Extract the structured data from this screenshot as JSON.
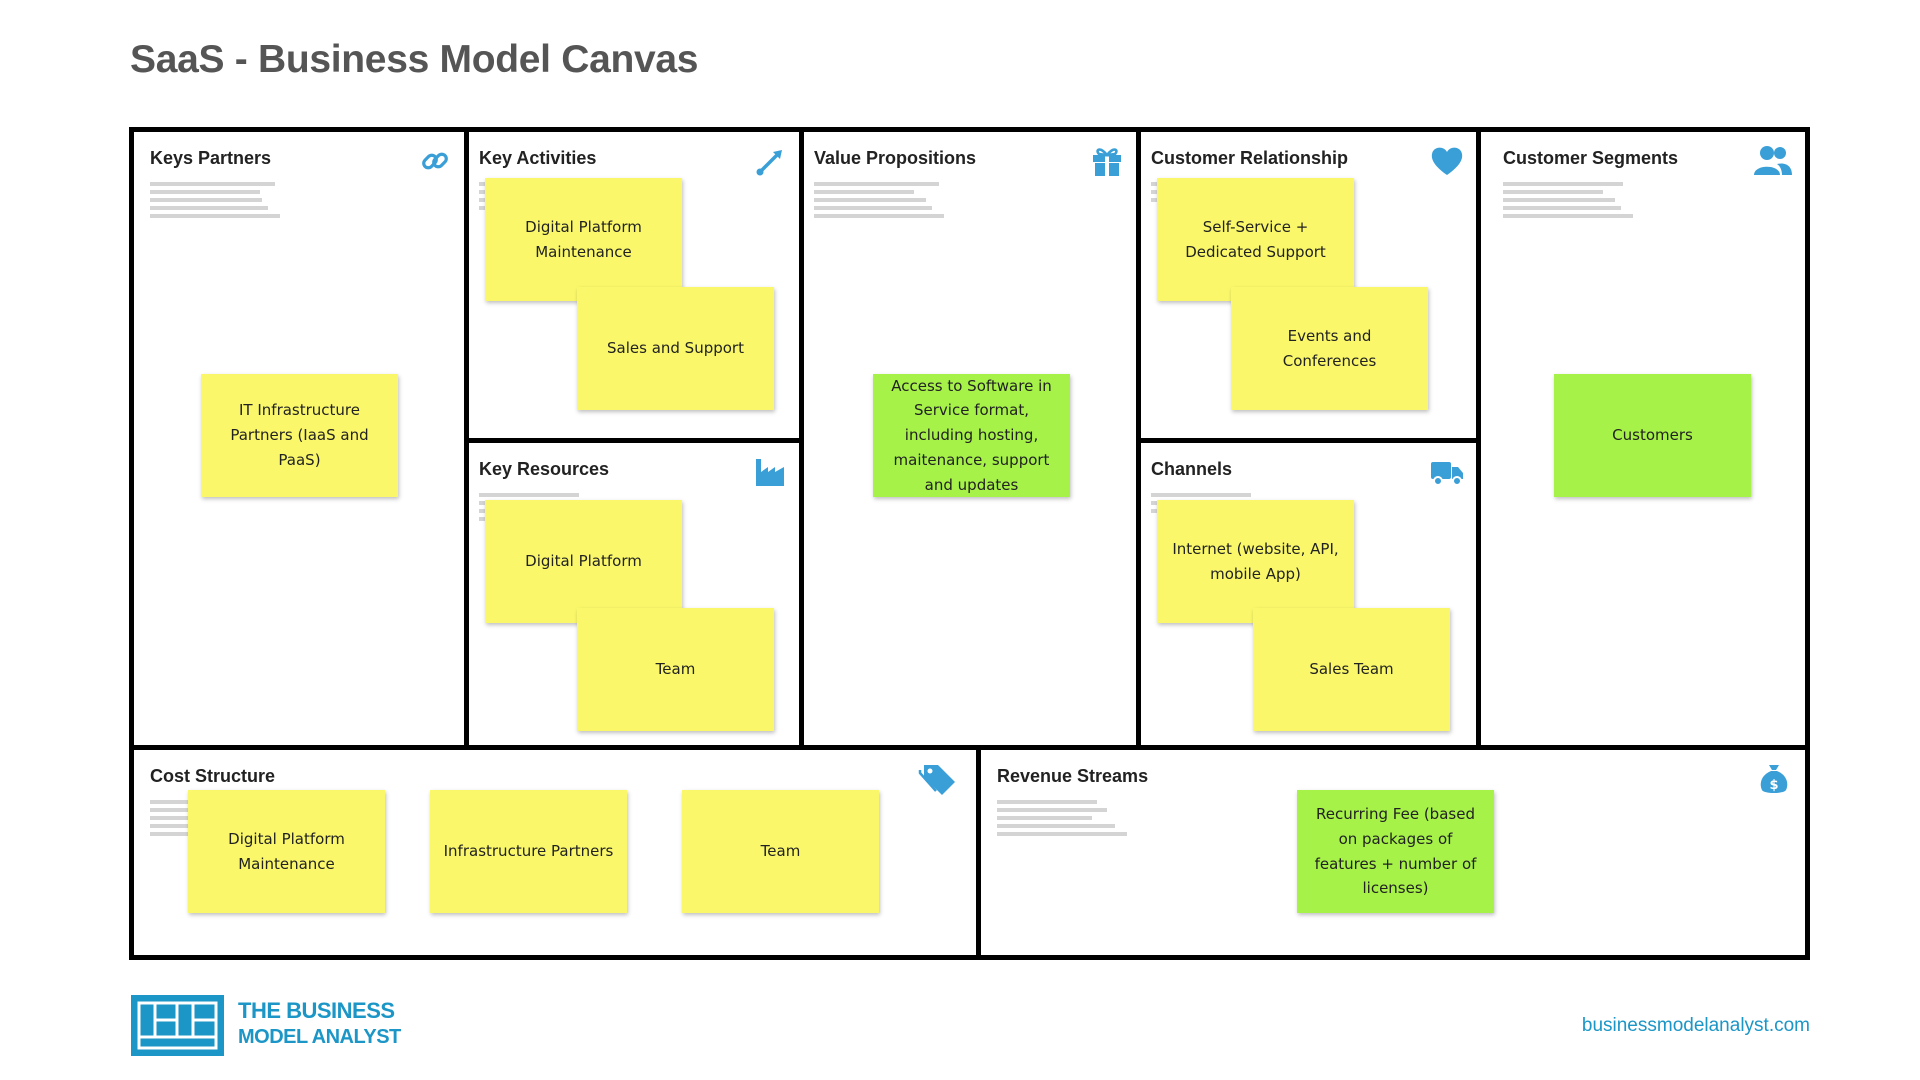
{
  "page": {
    "title": "SaaS - Business Model Canvas"
  },
  "accent_color": "#3a9fd6",
  "note_colors": {
    "yellow": "#faf86a",
    "green": "#a6f249"
  },
  "blocks": {
    "key_partners": {
      "title": "Keys Partners",
      "icon": "link-icon",
      "notes": [
        {
          "text": "IT Infrastructure Partners (IaaS and PaaS)",
          "color": "yellow"
        }
      ]
    },
    "key_activities": {
      "title": "Key Activities",
      "icon": "shovel-icon",
      "notes": [
        {
          "text": "Digital Platform Maintenance",
          "color": "yellow"
        },
        {
          "text": "Sales and Support",
          "color": "yellow"
        }
      ]
    },
    "key_resources": {
      "title": "Key Resources",
      "icon": "factory-icon",
      "notes": [
        {
          "text": "Digital Platform",
          "color": "yellow"
        },
        {
          "text": "Team",
          "color": "yellow"
        }
      ]
    },
    "value_propositions": {
      "title": "Value Propositions",
      "icon": "gift-icon",
      "notes": [
        {
          "text": "Access to Software in Service format, including hosting, maitenance, support and updates",
          "color": "green"
        }
      ]
    },
    "customer_relationship": {
      "title": "Customer Relationship",
      "icon": "heart-icon",
      "notes": [
        {
          "text": "Self-Service + Dedicated Support",
          "color": "yellow"
        },
        {
          "text": "Events and Conferences",
          "color": "yellow"
        }
      ]
    },
    "channels": {
      "title": "Channels",
      "icon": "truck-icon",
      "notes": [
        {
          "text": "Internet (website, API, mobile App)",
          "color": "yellow"
        },
        {
          "text": "Sales Team",
          "color": "yellow"
        }
      ]
    },
    "customer_segments": {
      "title": "Customer Segments",
      "icon": "users-icon",
      "notes": [
        {
          "text": "Customers",
          "color": "green"
        }
      ]
    },
    "cost_structure": {
      "title": "Cost Structure",
      "icon": "tag-icon",
      "notes": [
        {
          "text": "Digital Platform Maintenance",
          "color": "yellow"
        },
        {
          "text": "Infrastructure Partners",
          "color": "yellow"
        },
        {
          "text": "Team",
          "color": "yellow"
        }
      ]
    },
    "revenue_streams": {
      "title": "Revenue Streams",
      "icon": "money-bag-icon",
      "notes": [
        {
          "text": "Recurring Fee (based on packages of features + number of licenses)",
          "color": "green"
        }
      ]
    }
  },
  "footer": {
    "brand_line1": "THE BUSINESS",
    "brand_line2": "MODEL ANALYST",
    "url": "businessmodelanalyst.com",
    "logo_icon": "canvas-grid-logo-icon"
  }
}
